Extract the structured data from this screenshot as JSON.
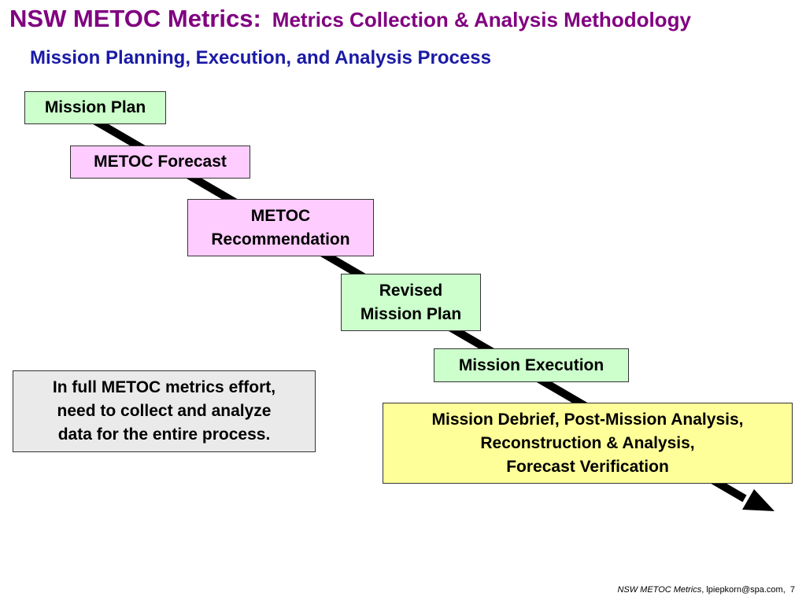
{
  "slide": {
    "title_main": "NSW METOC Metrics:",
    "title_sub": "Metrics Collection & Analysis Methodology",
    "subtitle": "Mission Planning, Execution, and Analysis Process"
  },
  "process_steps": [
    {
      "label": "Mission Plan"
    },
    {
      "label": "METOC Forecast"
    },
    {
      "label": "METOC\nRecommendation"
    },
    {
      "label": "Revised\nMission Plan"
    },
    {
      "label": "Mission Execution"
    },
    {
      "label": "Mission Debrief, Post-Mission Analysis,\nReconstruction & Analysis,\nForecast Verification"
    }
  ],
  "note": {
    "text": "In full METOC metrics effort,\nneed to collect and analyze\ndata for the entire process."
  },
  "footer": {
    "source": "NSW METOC Metrics",
    "contact": ", lpiepkorn@spa.com,",
    "page": "7"
  },
  "colors": {
    "title": "#800080",
    "subtitle": "#1a1aa6",
    "plan_box": "#ccffcc",
    "metoc_box": "#ffccff",
    "analysis_box": "#ffff99",
    "note_box": "#eaeaea",
    "arrow": "#000000"
  }
}
